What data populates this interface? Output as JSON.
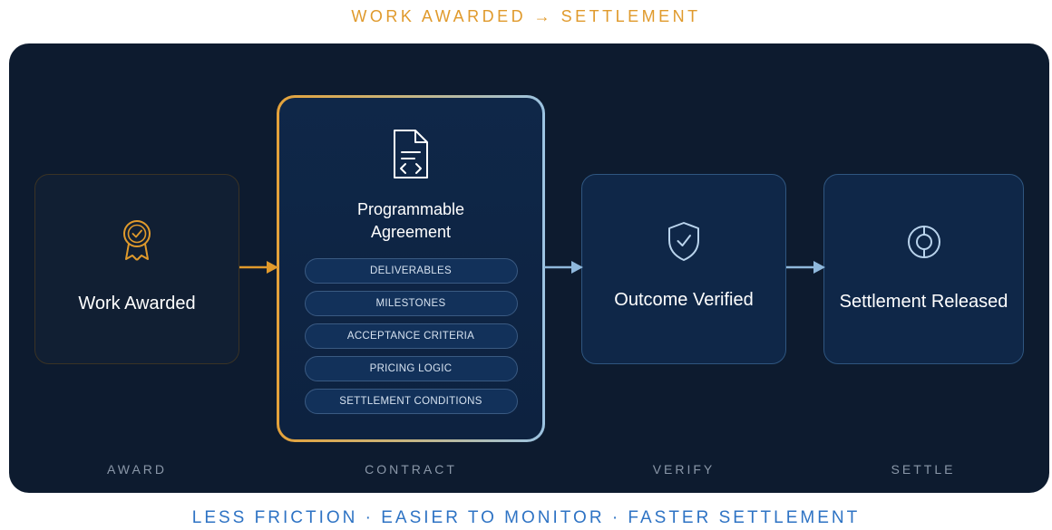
{
  "header": {
    "title": "WORK AWARDED → SETTLEMENT"
  },
  "cards": {
    "award": {
      "label": "Work Awarded",
      "icon": "award-ribbon-icon"
    },
    "contract": {
      "title": "Programmable Agreement",
      "icon": "code-document-icon",
      "items": [
        "DELIVERABLES",
        "MILESTONES",
        "ACCEPTANCE CRITERIA",
        "PRICING LOGIC",
        "SETTLEMENT CONDITIONS"
      ]
    },
    "verify": {
      "label": "Outcome Verified",
      "icon": "shield-check-icon"
    },
    "settle": {
      "label": "Settlement Released",
      "icon": "target-icon"
    }
  },
  "stages": [
    "AWARD",
    "CONTRACT",
    "VERIFY",
    "SETTLE"
  ],
  "footer": {
    "tagline": "LESS FRICTION · EASIER TO MONITOR · FASTER SETTLEMENT"
  },
  "colors": {
    "accent_orange": "#e09a2c",
    "accent_blue": "#8fb8dc",
    "panel_bg": "#0d1b2f",
    "footer_text": "#2e73c4"
  }
}
